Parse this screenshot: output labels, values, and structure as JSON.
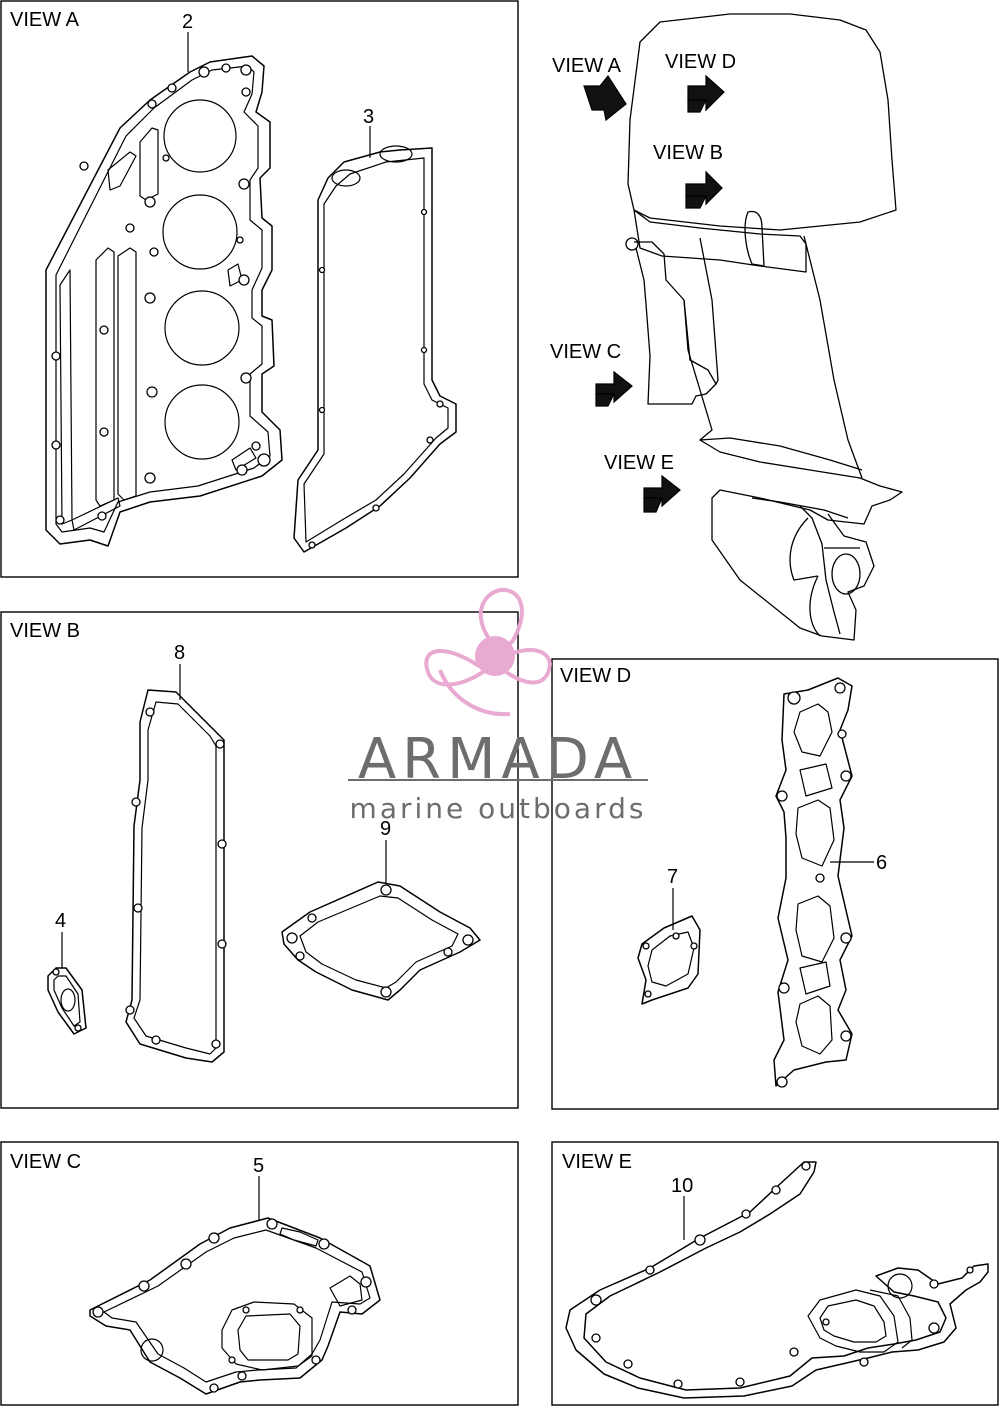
{
  "panels": {
    "view_a": {
      "label": "VIEW A"
    },
    "view_b": {
      "label": "VIEW B"
    },
    "view_c": {
      "label": "VIEW C"
    },
    "view_d": {
      "label": "VIEW D"
    },
    "view_e": {
      "label": "VIEW E"
    }
  },
  "motor_callouts": {
    "view_a": "VIEW A",
    "view_b": "VIEW B",
    "view_c": "VIEW C",
    "view_d": "VIEW D",
    "view_e": "VIEW E"
  },
  "parts": {
    "p2": "2",
    "p3": "3",
    "p4": "4",
    "p5": "5",
    "p6": "6",
    "p7": "7",
    "p8": "8",
    "p9": "9",
    "p10": "10"
  },
  "watermark": {
    "brand": "ARMADA",
    "tagline": "marine outboards",
    "logo_color": "#e8a6cf",
    "text_color": "#6d6d6d"
  }
}
